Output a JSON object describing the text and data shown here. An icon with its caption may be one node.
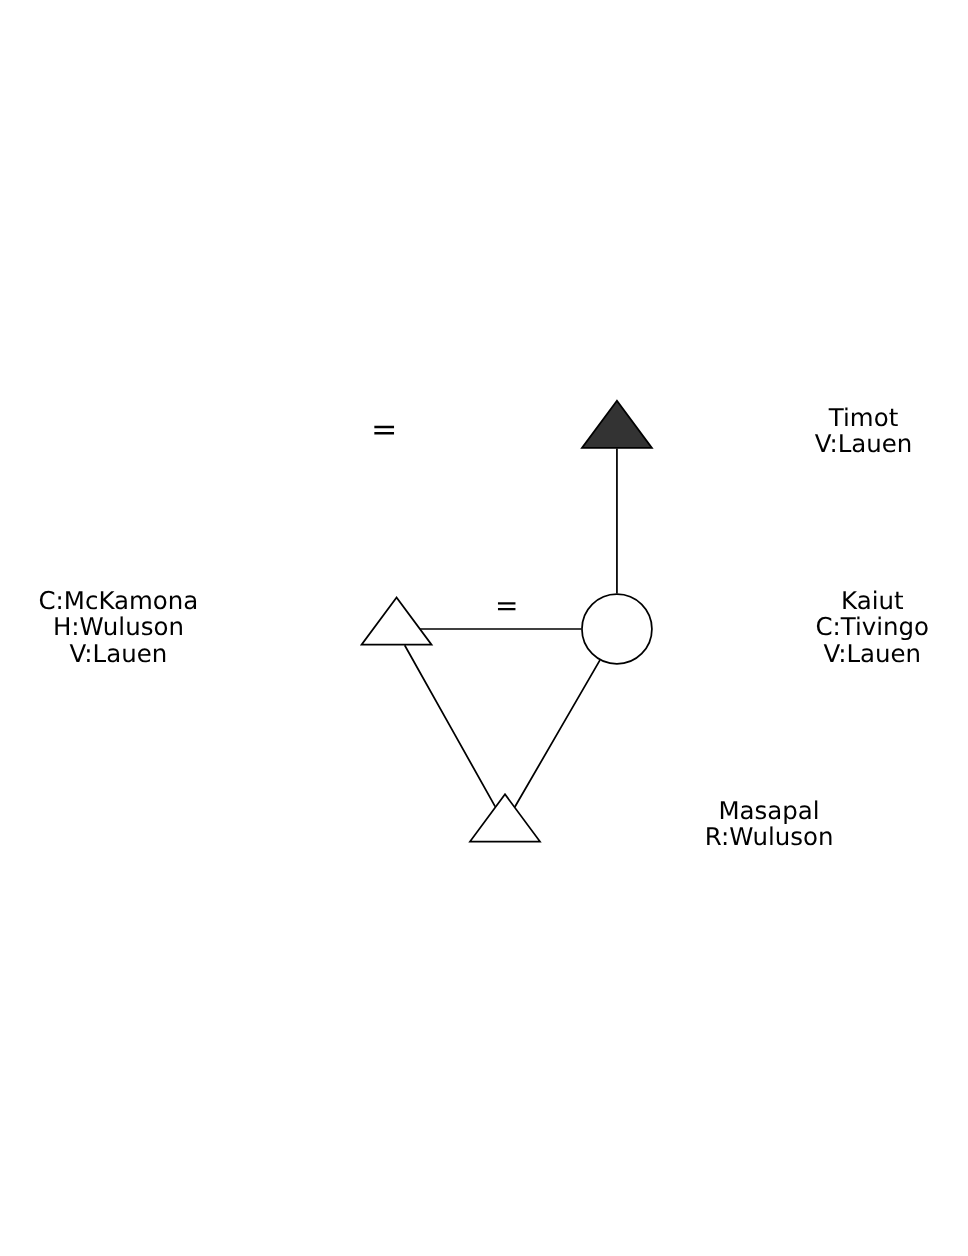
{
  "diagram": {
    "nodes": [
      {
        "text": [],
        "shape": "triangle",
        "beside": [
          "Timot",
          "V:Lauen"
        ]
      },
      {
        "text": [],
        "shape": "triangle",
        "beside": [
          "C:McKamona",
          "H:Wuluson",
          "V:Lauen"
        ]
      },
      {
        "text": [],
        "shape": "circle",
        "beside": [
          "Kaiut",
          "C:Tivingo",
          "V:Lauen"
        ]
      },
      {
        "text": [],
        "shape": "triangle",
        "beside": [
          "Masapal",
          "R:Wuluson"
        ]
      }
    ],
    "edges": [
      {
        "from": 0,
        "to": 2,
        "arrow": "none"
      },
      {
        "from": 1,
        "to": 2,
        "arrow": "none",
        "label": "="
      },
      {
        "from": 1,
        "to": 3,
        "arrow": "none"
      },
      {
        "from": 2,
        "to": 3,
        "arrow": "none"
      }
    ],
    "labels": [
      "="
    ]
  }
}
